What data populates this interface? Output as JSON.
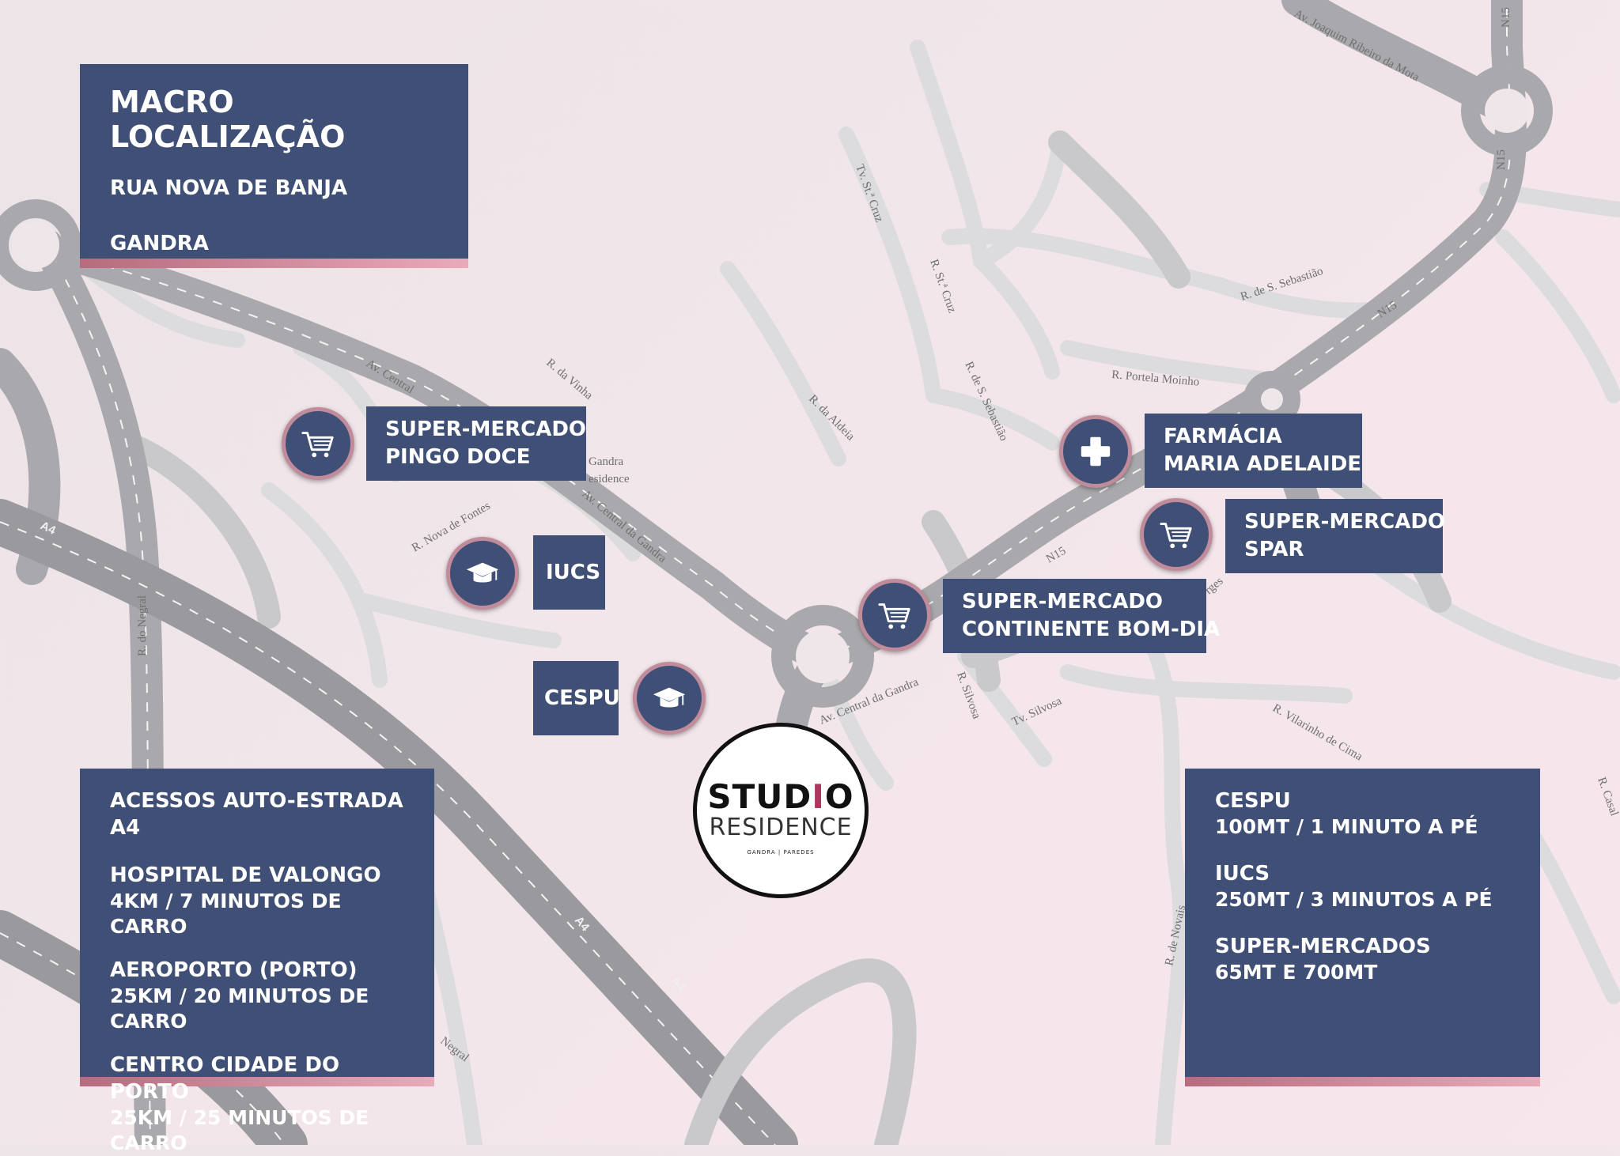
{
  "colors": {
    "panel": "#3f4f76",
    "accent_gradient_start": "#b86b7e",
    "accent_gradient_end": "#e9aab9",
    "background": "#f1e5e9",
    "pin_border": "#c08b9a"
  },
  "macro": {
    "title": "MACRO LOCALIZAÇÃO",
    "street": "RUA NOVA DE BANJA",
    "town": "GANDRA"
  },
  "access": {
    "title": "ACESSOS AUTO-ESTRADA A4",
    "items": [
      {
        "title": "HOSPITAL DE VALONGO",
        "detail": "4KM / 7 MINUTOS DE CARRO"
      },
      {
        "title": "AEROPORTO (PORTO)",
        "detail": "25KM / 20 MINUTOS DE CARRO"
      },
      {
        "title": "CENTRO CIDADE DO PORTO",
        "detail": "25KM / 25 MINUTOS DE CARRO"
      }
    ]
  },
  "distances": {
    "items": [
      {
        "title": "CESPU",
        "detail": "100MT / 1 MINUTO A PÉ"
      },
      {
        "title": "IUCS",
        "detail": "250MT / 3 MINUTOS A PÉ"
      },
      {
        "title": "SUPER-MERCADOS",
        "detail": "65MT E 700MT"
      }
    ]
  },
  "pois": {
    "pingo_doce": {
      "line1": "SUPER-MERCADO",
      "line2": "PINGO DOCE",
      "icon": "shopping-cart-icon"
    },
    "iucs": {
      "line1": "IUCS",
      "icon": "graduation-cap-icon"
    },
    "cespu": {
      "line1": "CESPU",
      "icon": "graduation-cap-icon"
    },
    "farmacia": {
      "line1": "FARMÁCIA",
      "line2": "MARIA ADELAIDE",
      "icon": "medical-cross-icon"
    },
    "spar": {
      "line1": "SUPER-MERCADO",
      "line2": "SPAR",
      "icon": "shopping-cart-icon"
    },
    "continente": {
      "line1": "SUPER-MERCADO",
      "line2": "CONTINENTE BOM-DIA",
      "icon": "shopping-cart-icon"
    }
  },
  "logo": {
    "word1_start": "STUD",
    "word1_accent": "I",
    "word1_end": "O",
    "word2": "RESIDENCE",
    "tagline": "GANDRA | PAREDES"
  },
  "streets": {
    "av_joaquim": "Av. Joaquim Ribeiro da Mota",
    "n15_a": "N15",
    "n15_b": "N15",
    "n15_c": "N15",
    "n15_d": "N15",
    "tv_st_cruz": "Tv. St.ª Cruz",
    "r_st_cruz": "R. St.ª Cruz",
    "r_s_sebastiao_a": "R. de S. Sebastião",
    "r_s_sebastiao_b": "R. de S. Sebastião",
    "r_portela": "R. Portela Moinho",
    "r_aldeia": "R. da Aldeia",
    "r_vinha": "R. da Vinha",
    "av_central_a": "Av. Central",
    "av_central_b": "Av. Central da Gandra",
    "av_central_c": "Av. Central da Gandra",
    "gandra_res_1": "Gandra",
    "gandra_res_2": "esidence",
    "r_nova_fontes": "R. Nova de Fontes",
    "a4_a": "A4",
    "a4_b": "A4",
    "a4_c": "A4",
    "r_negral": "R. do Negral",
    "negral": "Negral",
    "r_silvosa": "R. Silvosa",
    "tv_silvosa": "Tv. Silvosa",
    "r_vilarinho": "R. Vilarinho de Cima",
    "r_novais": "R. de Novais",
    "r_casal": "R. Casal",
    "rges": "rges"
  }
}
